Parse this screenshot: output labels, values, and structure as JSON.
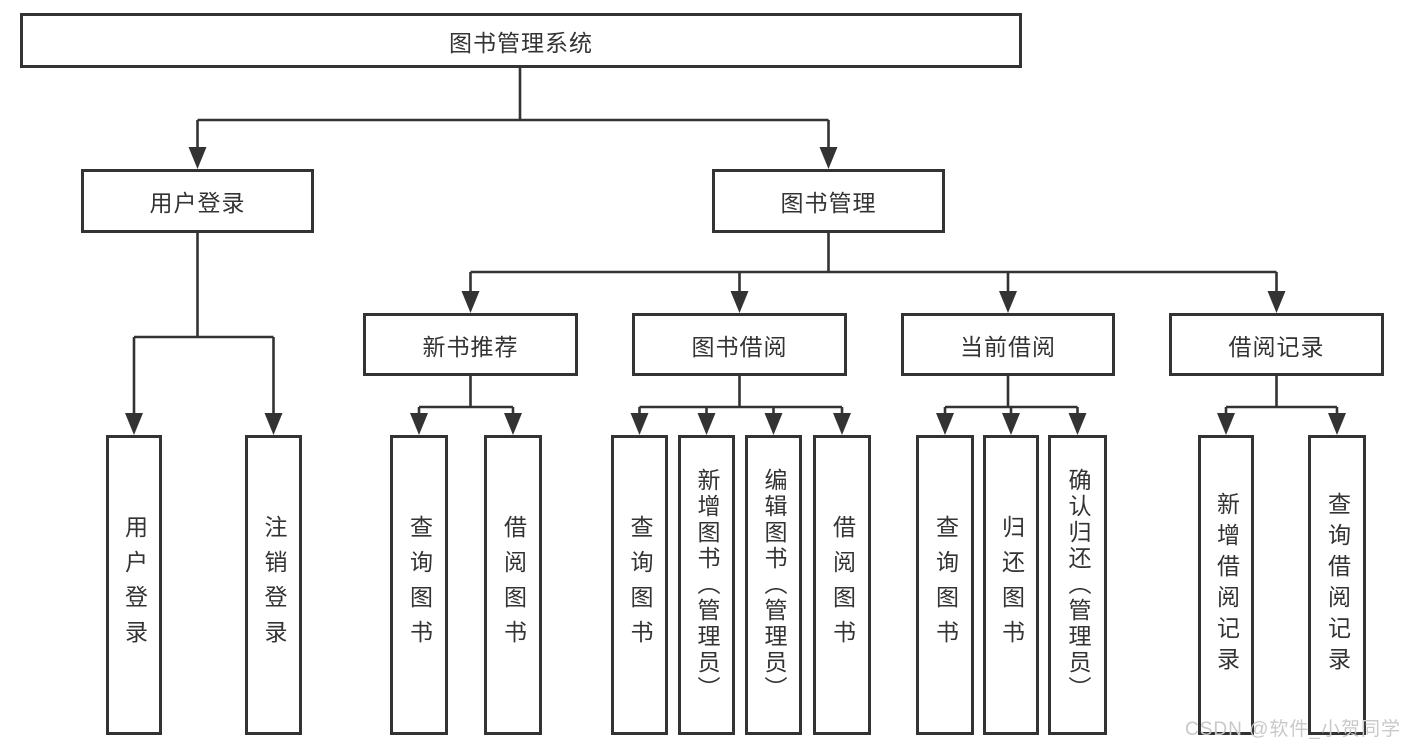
{
  "colors": {
    "line": "#333333",
    "text": "#333333",
    "background": "#ffffff",
    "watermark": "#c9c9c9"
  },
  "watermark": "CSDN @软件_小贺同学",
  "tree": {
    "root": {
      "label": "图书管理系统"
    },
    "branches": [
      {
        "label": "用户登录",
        "children": [
          {
            "label": "用户登录"
          },
          {
            "label": "注销登录"
          }
        ]
      },
      {
        "label": "图书管理",
        "groups": [
          {
            "label": "新书推荐",
            "children": [
              {
                "label": "查询图书"
              },
              {
                "label": "借阅图书"
              }
            ]
          },
          {
            "label": "图书借阅",
            "children": [
              {
                "label": "查询图书"
              },
              {
                "label": "新增图书（管理员）"
              },
              {
                "label": "编辑图书（管理员）"
              },
              {
                "label": "借阅图书"
              }
            ]
          },
          {
            "label": "当前借阅",
            "children": [
              {
                "label": "查询图书"
              },
              {
                "label": "归还图书"
              },
              {
                "label": "确认归还（管理员）"
              }
            ]
          },
          {
            "label": "借阅记录",
            "children": [
              {
                "label": "新增借阅记录"
              },
              {
                "label": "查询借阅记录"
              }
            ]
          }
        ]
      }
    ]
  }
}
